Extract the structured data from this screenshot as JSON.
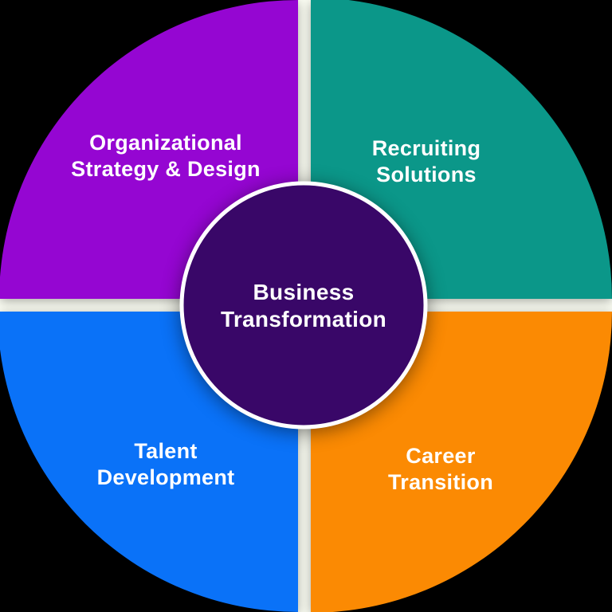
{
  "diagram": {
    "type": "quadrant-wheel",
    "background_color": "#000000",
    "divider_color": "#FDFFF5",
    "text_color": "#FFFFFF",
    "center": {
      "label": "Business\nTransformation",
      "color": "#390768",
      "ring_color": "#FFFFFF"
    },
    "quadrants": [
      {
        "position": "top-left",
        "label": "Organizational\nStrategy & Design",
        "color": "#9506D2"
      },
      {
        "position": "top-right",
        "label": "Recruiting\nSolutions",
        "color": "#0B9789"
      },
      {
        "position": "bottom-left",
        "label": "Talent\nDevelopment",
        "color": "#0A72F8"
      },
      {
        "position": "bottom-right",
        "label": "Career\nTransition",
        "color": "#FB8A03"
      }
    ]
  }
}
